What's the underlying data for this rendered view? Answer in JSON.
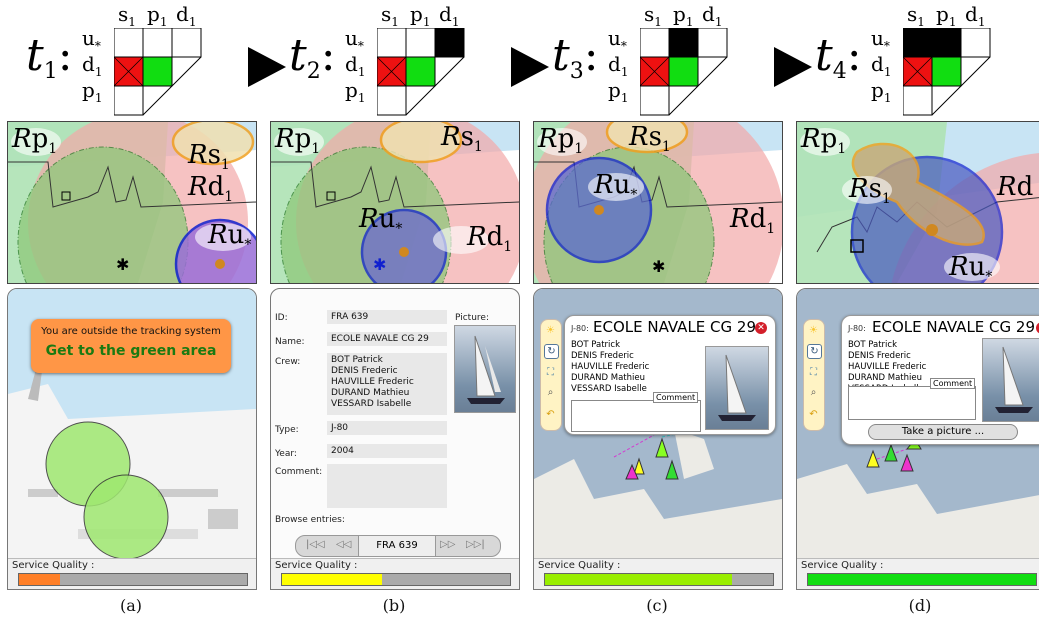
{
  "header": {
    "steps": [
      {
        "label": "t",
        "sub": "1",
        "cells": [
          "white",
          "white",
          "white",
          "red",
          "green",
          "white",
          "white",
          "white",
          "white"
        ]
      },
      {
        "label": "t",
        "sub": "2",
        "cells": [
          "white",
          "white",
          "black",
          "red",
          "green",
          "white",
          "white",
          "white",
          "white"
        ]
      },
      {
        "label": "t",
        "sub": "3",
        "cells": [
          "white",
          "black",
          "white",
          "red",
          "green",
          "white",
          "white",
          "white",
          "white"
        ]
      },
      {
        "label": "t",
        "sub": "4",
        "cells": [
          "black",
          "black",
          "white",
          "red",
          "green",
          "white",
          "white",
          "white",
          "white"
        ]
      }
    ],
    "col_labels": [
      {
        "b": "s",
        "s": "1"
      },
      {
        "b": "p",
        "s": "1"
      },
      {
        "b": "d",
        "s": "1"
      }
    ],
    "row_labels": [
      {
        "b": "u",
        "s": "*"
      },
      {
        "b": "d",
        "s": "1"
      },
      {
        "b": "p",
        "s": "1"
      }
    ],
    "colors": {
      "red": "#ee1111",
      "green": "#11dd11",
      "black": "#000000"
    }
  },
  "maps": [
    {
      "labels": [
        {
          "b": "R",
          "s": "p",
          "n": "1"
        },
        {
          "b": "R",
          "s": "s",
          "n": "1"
        },
        {
          "b": "R",
          "s": "d",
          "n": "1"
        },
        {
          "b": "R",
          "s": "u",
          "n": "*"
        }
      ]
    },
    {
      "labels": [
        {
          "b": "R",
          "s": "p",
          "n": "1"
        },
        {
          "b": "R",
          "s": "s",
          "n": "1"
        },
        {
          "b": "R",
          "s": "u",
          "n": "*"
        },
        {
          "b": "R",
          "s": "d",
          "n": "1"
        }
      ]
    },
    {
      "labels": [
        {
          "b": "R",
          "s": "p",
          "n": "1"
        },
        {
          "b": "R",
          "s": "s",
          "n": "1"
        },
        {
          "b": "R",
          "s": "u",
          "n": "*"
        },
        {
          "b": "R",
          "s": "d",
          "n": "1"
        }
      ]
    },
    {
      "labels": [
        {
          "b": "R",
          "s": "p",
          "n": "1"
        },
        {
          "b": "R",
          "s": "d",
          "n": ""
        },
        {
          "b": "R",
          "s": "s",
          "n": "1"
        },
        {
          "b": "R",
          "s": "u",
          "n": "*"
        }
      ]
    }
  ],
  "panel_a": {
    "banner_line1": "You are outside the tracking system",
    "banner_line2": "Get to the green area",
    "service_label": "Service Quality :",
    "quality": 0.18,
    "quality_color": "#ff7f27"
  },
  "panel_b": {
    "id_label": "ID:",
    "id_value": "FRA 639",
    "name_label": "Name:",
    "name_value": "ECOLE NAVALE CG 29",
    "crew_label": "Crew:",
    "crew": [
      "BOT Patrick",
      "DENIS Frederic",
      "HAUVILLE Frederic",
      "DURAND Mathieu",
      "VESSARD Isabelle"
    ],
    "picture_label": "Picture:",
    "type_label": "Type:",
    "type_value": "J-80",
    "year_label": "Year:",
    "year_value": "2004",
    "comment_label": "Comment:",
    "browse_label": "Browse entries:",
    "browse_value": "FRA 639",
    "service_label": "Service Quality :",
    "quality": 0.44,
    "quality_color": "#ffff00"
  },
  "panel_c": {
    "type": "J-80:",
    "name": "ECOLE NAVALE CG 29",
    "crew": [
      "BOT Patrick",
      "DENIS Frederic",
      "HAUVILLE Frederic",
      "DURAND Mathieu",
      "VESSARD Isabelle"
    ],
    "comment_label": "Comment",
    "service_label": "Service Quality :",
    "quality": 0.82,
    "quality_color": "#99ee00"
  },
  "panel_d": {
    "type": "J-80:",
    "name": "ECOLE NAVALE CG 29",
    "crew": [
      "BOT Patrick",
      "DENIS Frederic",
      "HAUVILLE Frederic",
      "DURAND Mathieu",
      "VESSARD Isabelle"
    ],
    "comment_label": "Comment",
    "picture_button": "Take a picture ...",
    "service_label": "Service Quality :",
    "quality": 1.0,
    "quality_color": "#11dd11"
  },
  "captions": [
    "(a)",
    "(b)",
    "(c)",
    "(d)"
  ]
}
